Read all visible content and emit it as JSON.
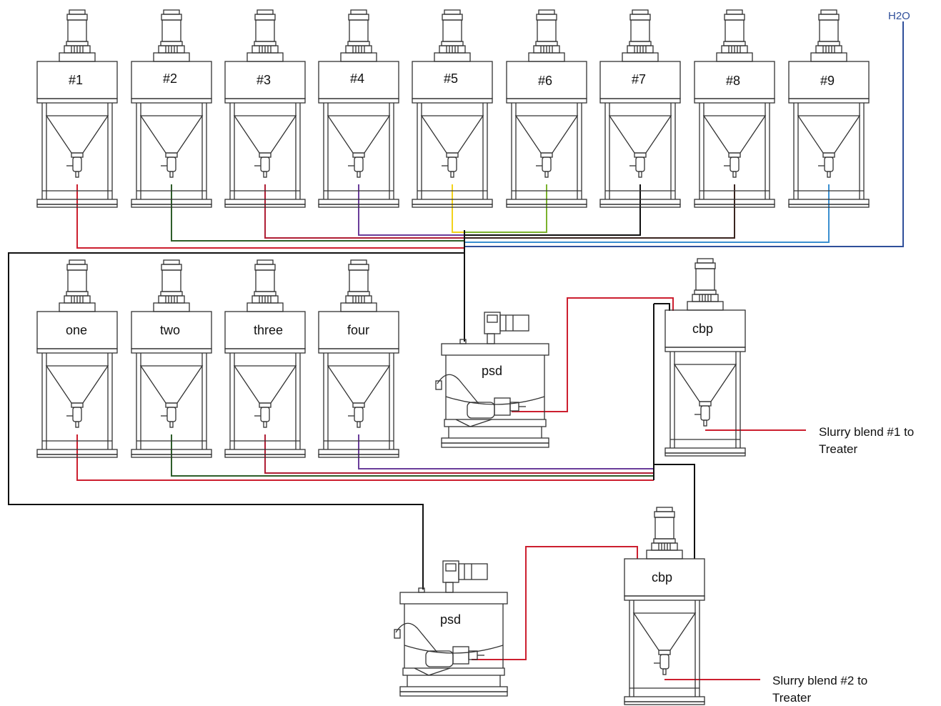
{
  "water_source": {
    "label": "H2O",
    "color": "#2f4f9a"
  },
  "top_tanks": [
    {
      "label": "#1",
      "line_color": "#cc1f2f"
    },
    {
      "label": "#2",
      "line_color": "#2e5e2a"
    },
    {
      "label": "#3",
      "line_color": "#b01f35"
    },
    {
      "label": "#4",
      "line_color": "#6a3d9a"
    },
    {
      "label": "#5",
      "line_color": "#f2d21b"
    },
    {
      "label": "#6",
      "line_color": "#7bb32e"
    },
    {
      "label": "#7",
      "line_color": "#111111"
    },
    {
      "label": "#8",
      "line_color": "#3a2520"
    },
    {
      "label": "#9",
      "line_color": "#3a8fd0"
    }
  ],
  "middle_tanks": [
    {
      "label": "one",
      "line_color": "#cc1f2f"
    },
    {
      "label": "two",
      "line_color": "#2e5e2a"
    },
    {
      "label": "three",
      "line_color": "#b01f35"
    },
    {
      "label": "four",
      "line_color": "#6a3d9a"
    }
  ],
  "mixers": [
    {
      "label": "psd"
    },
    {
      "label": "psd"
    }
  ],
  "blend_tanks": [
    {
      "label": "cbp"
    },
    {
      "label": "cbp"
    }
  ],
  "outputs": [
    {
      "line1": "Slurry blend #1 to",
      "line2": "Treater"
    },
    {
      "line1": "Slurry blend #2 to",
      "line2": "Treater"
    }
  ],
  "colors": {
    "red": "#cc1f2f",
    "black": "#111111",
    "frame": "#333333"
  }
}
